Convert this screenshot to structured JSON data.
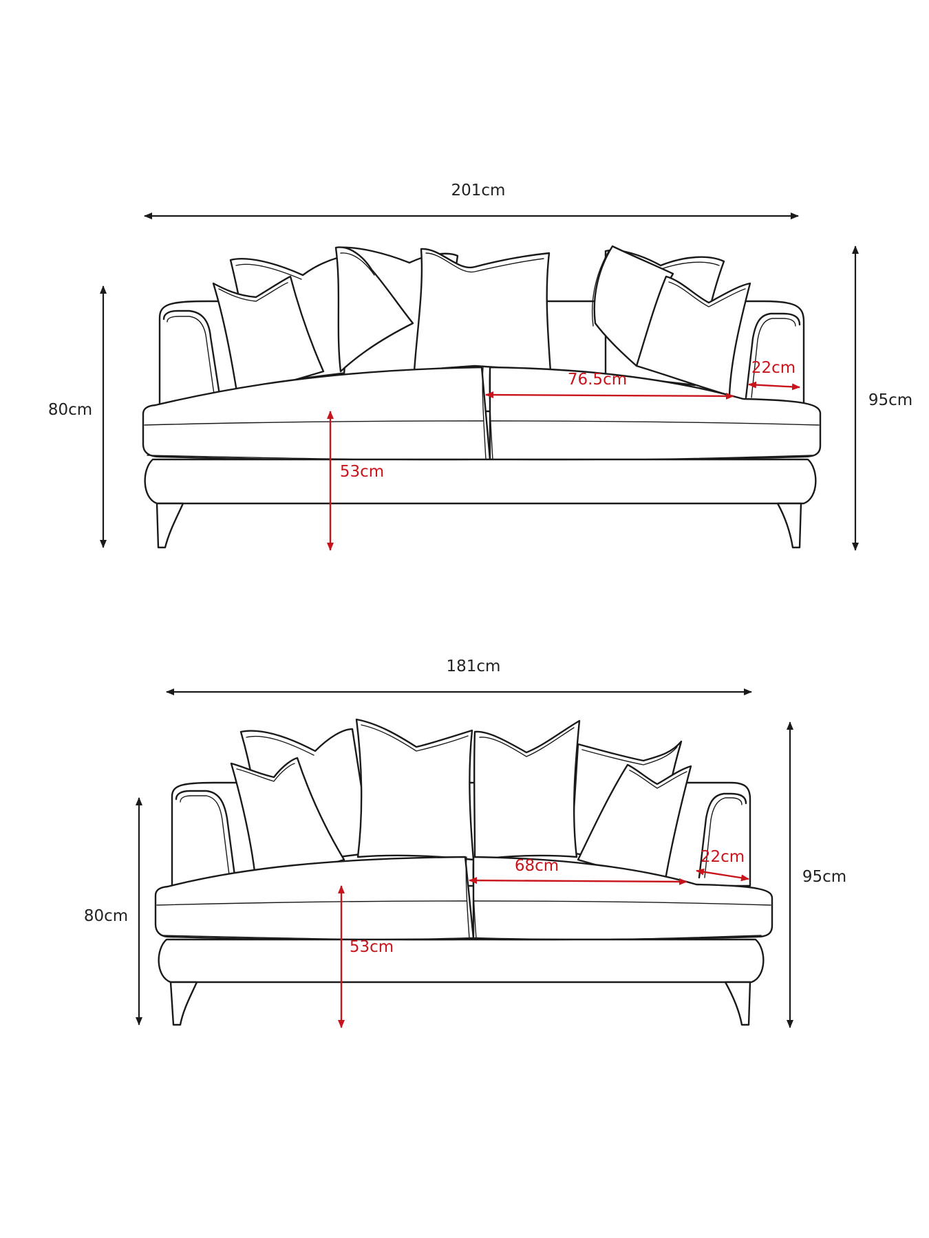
{
  "colors": {
    "ink": "#1a1a1a",
    "accent": "#c8141b",
    "background": "#ffffff"
  },
  "sofa_large": {
    "width_label": "201cm",
    "back_height_label": "80cm",
    "total_height_label": "95cm",
    "seat_depth_label": "76.5cm",
    "arm_width_label": "22cm",
    "seat_height_label": "53cm"
  },
  "sofa_small": {
    "width_label": "181cm",
    "back_height_label": "80cm",
    "total_height_label": "95cm",
    "seat_depth_label": "68cm",
    "arm_width_label": "22cm",
    "seat_height_label": "53cm"
  }
}
